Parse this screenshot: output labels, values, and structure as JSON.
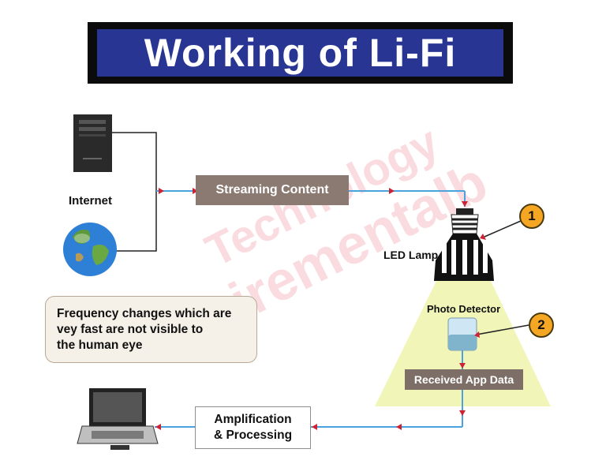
{
  "title": "Working of Li-Fi",
  "nodes": {
    "internet": "Internet",
    "streaming": "Streaming Content",
    "led_lamp": "LED Lamp",
    "photo_detector": "Photo Detector",
    "received": "Received App Data",
    "amplification_line1": "Amplification",
    "amplification_line2": "& Processing"
  },
  "note": {
    "line1": "Frequency changes which are",
    "line2": "vey fast are not visible to",
    "line3": "the human eye"
  },
  "badges": {
    "one": "1",
    "two": "2"
  },
  "watermark": {
    "line1": "Technology",
    "line2": "uirementalb"
  },
  "colors": {
    "title_bg": "#283593",
    "connector": "#4aa3df",
    "arrowhead": "#cc2233",
    "light_cone": "#f1f6b8",
    "badge": "#f5a623"
  }
}
